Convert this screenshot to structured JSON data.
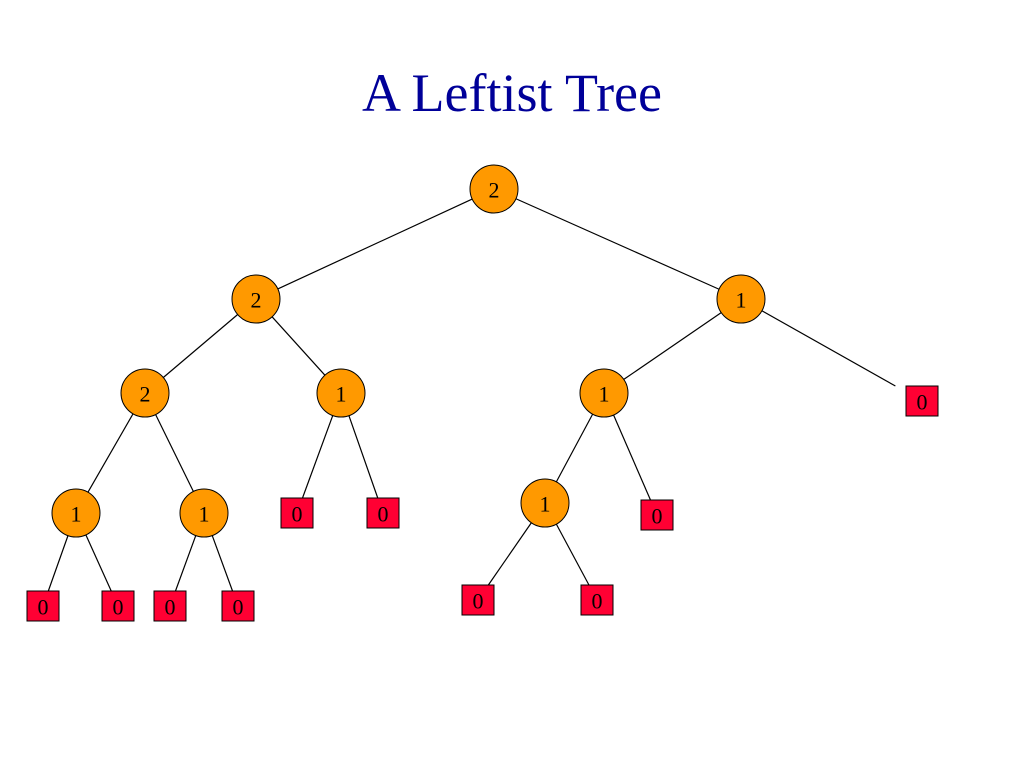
{
  "title": "A Leftist Tree",
  "colors": {
    "title": "#000099",
    "internal_node_fill": "#ff9900",
    "external_node_fill": "#ff0033",
    "edge": "#000000"
  },
  "tree": {
    "nodes": [
      {
        "id": "n0",
        "type": "internal",
        "label": "2"
      },
      {
        "id": "n1",
        "type": "internal",
        "label": "2"
      },
      {
        "id": "n2",
        "type": "internal",
        "label": "1"
      },
      {
        "id": "n3",
        "type": "internal",
        "label": "2"
      },
      {
        "id": "n4",
        "type": "internal",
        "label": "1"
      },
      {
        "id": "n5",
        "type": "internal",
        "label": "1"
      },
      {
        "id": "n6",
        "type": "external",
        "label": "0"
      },
      {
        "id": "n7",
        "type": "internal",
        "label": "1"
      },
      {
        "id": "n8",
        "type": "internal",
        "label": "1"
      },
      {
        "id": "n9",
        "type": "external",
        "label": "0"
      },
      {
        "id": "n10",
        "type": "external",
        "label": "0"
      },
      {
        "id": "n11",
        "type": "internal",
        "label": "1"
      },
      {
        "id": "n12",
        "type": "external",
        "label": "0"
      },
      {
        "id": "n13",
        "type": "external",
        "label": "0"
      },
      {
        "id": "n14",
        "type": "external",
        "label": "0"
      },
      {
        "id": "n15",
        "type": "external",
        "label": "0"
      },
      {
        "id": "n16",
        "type": "external",
        "label": "0"
      },
      {
        "id": "n17",
        "type": "external",
        "label": "0"
      },
      {
        "id": "n18",
        "type": "external",
        "label": "0"
      }
    ],
    "edges": [
      [
        "n0",
        "n1"
      ],
      [
        "n0",
        "n2"
      ],
      [
        "n1",
        "n3"
      ],
      [
        "n1",
        "n4"
      ],
      [
        "n2",
        "n5"
      ],
      [
        "n2",
        "n6"
      ],
      [
        "n3",
        "n7"
      ],
      [
        "n3",
        "n8"
      ],
      [
        "n4",
        "n9"
      ],
      [
        "n4",
        "n10"
      ],
      [
        "n5",
        "n11"
      ],
      [
        "n5",
        "n12"
      ],
      [
        "n7",
        "n13"
      ],
      [
        "n7",
        "n14"
      ],
      [
        "n8",
        "n15"
      ],
      [
        "n8",
        "n16"
      ],
      [
        "n11",
        "n17"
      ],
      [
        "n11",
        "n18"
      ]
    ]
  }
}
